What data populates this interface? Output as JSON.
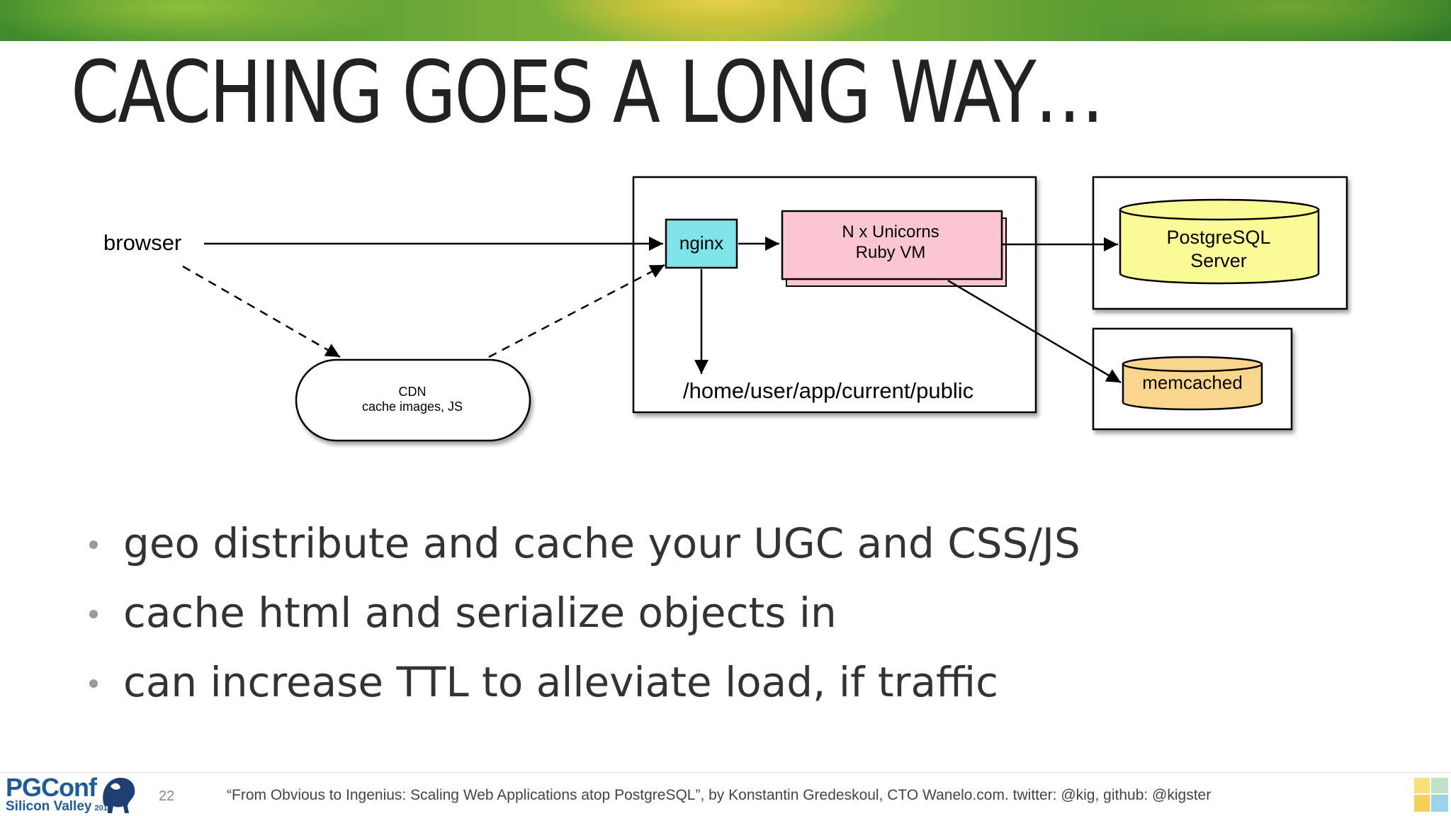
{
  "slide": {
    "title": "CACHING GOES A LONG WAY…",
    "number": "22",
    "caption": "“From Obvious to Ingenius: Scaling Web Applications atop PostgreSQL”, by Konstantin Gredeskoul, CTO Wanelo.com. twitter: @kig, github: @kigster"
  },
  "diagram": {
    "browser": "browser",
    "cdn_line1": "CDN",
    "cdn_line2": "cache images, JS",
    "nginx": "nginx",
    "unicorns_line1": "N x Unicorns",
    "unicorns_line2": "Ruby VM",
    "public_path": "/home/user/app/current/public",
    "postgres_line1": "PostgreSQL",
    "postgres_line2": "Server",
    "memcached": "memcached"
  },
  "bullets": [
    "geo distribute and cache your UGC and CSS/JS",
    "cache html and serialize objects in",
    "can increase TTL to alleviate load, if traffic"
  ],
  "logo": {
    "main": "PGConf",
    "sub": "Silicon Valley",
    "year": "2015"
  },
  "colors": {
    "nginx_fill": "#7fe4ea",
    "unicorn_fill": "#fcc5d2",
    "postgres_fill": "#fafa96",
    "memcached_fill": "#fad58e",
    "logo_blue": "#1f5a99"
  }
}
